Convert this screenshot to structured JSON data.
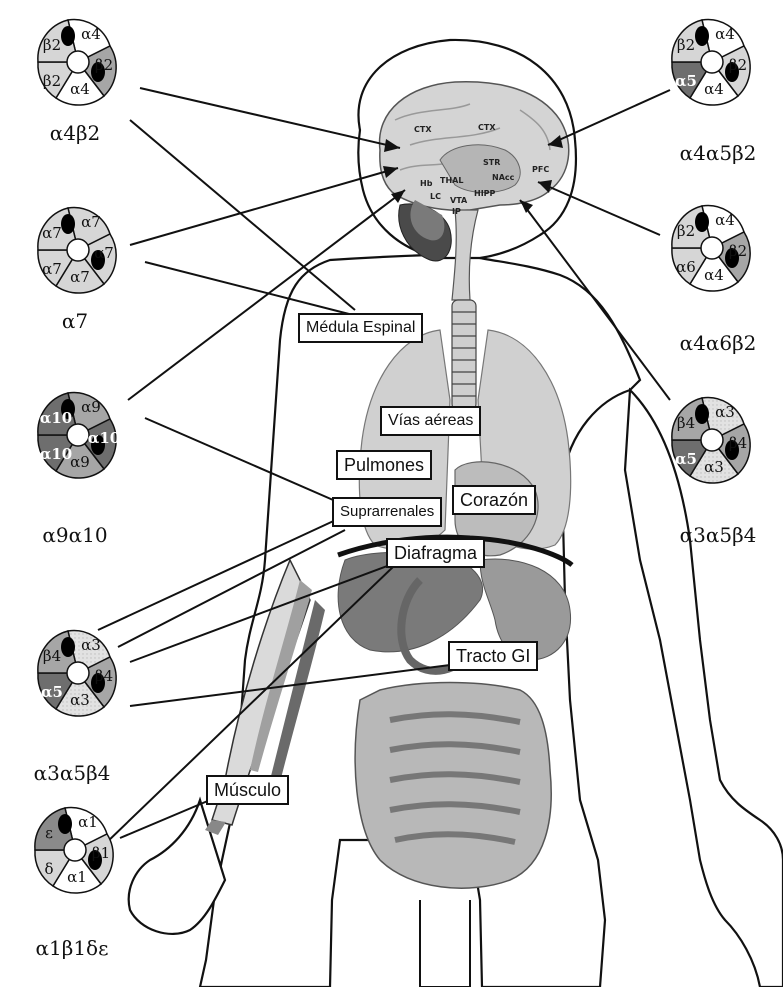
{
  "receptors": [
    {
      "name": "α4β2",
      "subunits": [
        "α4",
        "β2",
        "α4",
        "β2",
        "β2"
      ]
    },
    {
      "name": "α7",
      "subunits": [
        "α7",
        "α7",
        "α7",
        "α7",
        "α7"
      ]
    },
    {
      "name": "α9α10",
      "subunits": [
        "α9",
        "α10",
        "α9",
        "α10",
        "α10"
      ]
    },
    {
      "name": "α3α5β4",
      "subunits": [
        "α3",
        "β4",
        "α3",
        "α5",
        "β4"
      ]
    },
    {
      "name": "α1β1δε",
      "subunits": [
        "α1",
        "β1",
        "α1",
        "δ",
        "ε"
      ]
    },
    {
      "name": "α4α5β2",
      "subunits": [
        "α4",
        "β2",
        "α4",
        "α5",
        "β2"
      ]
    },
    {
      "name": "α4α6β2",
      "subunits": [
        "α4",
        "β2",
        "α4",
        "α6",
        "β2"
      ]
    },
    {
      "name": "α3α5β4",
      "subunits": [
        "α3",
        "β4",
        "α3",
        "α5",
        "β4"
      ]
    }
  ],
  "organs": {
    "spinal_cord": "Médula Espinal",
    "airways": "Vías aéreas",
    "lungs": "Pulmones",
    "adrenals": "Suprarrenales",
    "heart": "Corazón",
    "diaphragm": "Diafragma",
    "gi_tract": "Tracto GI",
    "muscle": "Músculo"
  },
  "brain_regions": {
    "ctx1": "CTX",
    "ctx2": "CTX",
    "str": "STR",
    "pfc": "PFC",
    "hb": "Hb",
    "thal": "THAL",
    "nacc": "NAcc",
    "lc": "LC",
    "vta": "VTA",
    "hipp": "HIPP",
    "ip": "IP"
  },
  "colors": {
    "white": "#ffffff",
    "light_gray": "#d6d6d6",
    "mid_gray": "#a6a6a6",
    "dark_gray": "#6e6e6e",
    "binding_site": "#000000"
  }
}
